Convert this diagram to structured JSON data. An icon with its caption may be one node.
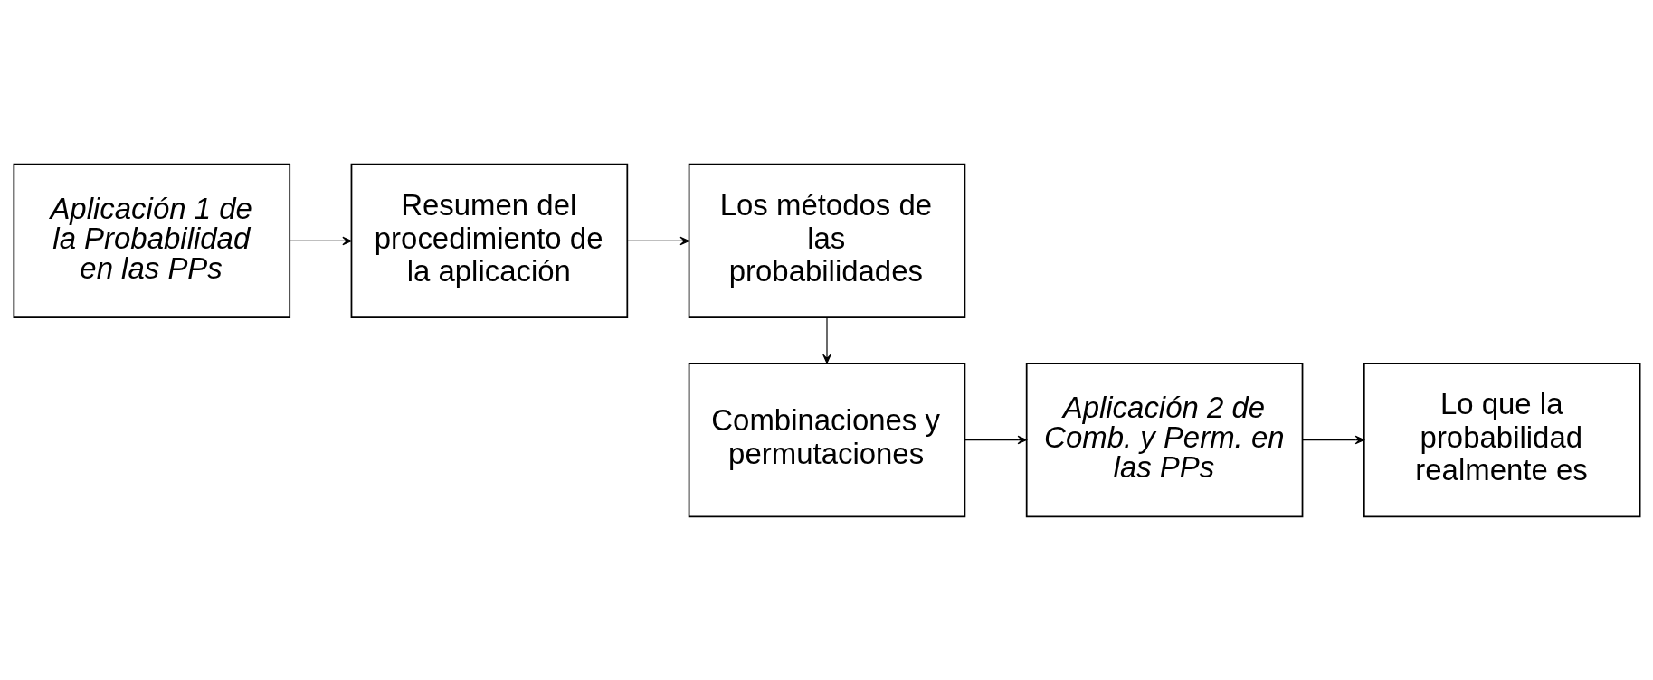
{
  "diagram": {
    "nodes": [
      {
        "text": [
          "Aplicación 1 de la Probabilidad en las PPs"
        ]
      },
      {
        "text": [
          "Resumen del procedimiento de la aplicación"
        ]
      },
      {
        "text": [
          "Los métodos de las probabilidades"
        ]
      },
      {
        "text": [
          "Combinaciones y permutaciones"
        ]
      },
      {
        "text": [
          "Aplicación 2 de Comb. y Perm. en las PPs"
        ]
      },
      {
        "text": [
          "Lo que la probabilidad realmente es"
        ]
      }
    ],
    "edges": [
      {
        "from": 0,
        "to": 1,
        "arrow": "to"
      },
      {
        "from": 1,
        "to": 2,
        "arrow": "to"
      },
      {
        "from": 2,
        "to": 3,
        "arrow": "to"
      },
      {
        "from": 3,
        "to": 4,
        "arrow": "to"
      },
      {
        "from": 4,
        "to": 5,
        "arrow": "to"
      }
    ]
  }
}
